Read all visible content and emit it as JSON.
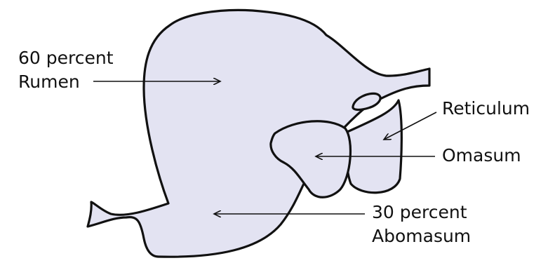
{
  "colors": {
    "organ_fill": "#e3e3f2",
    "outline": "#111111",
    "background": "#ffffff"
  },
  "labels": {
    "rumen_percent": "60 percent",
    "rumen_name": "Rumen",
    "reticulum_name": "Reticulum",
    "omasum_name": "Omasum",
    "abomasum_percent": "30 percent",
    "abomasum_name": "Abomasum"
  }
}
